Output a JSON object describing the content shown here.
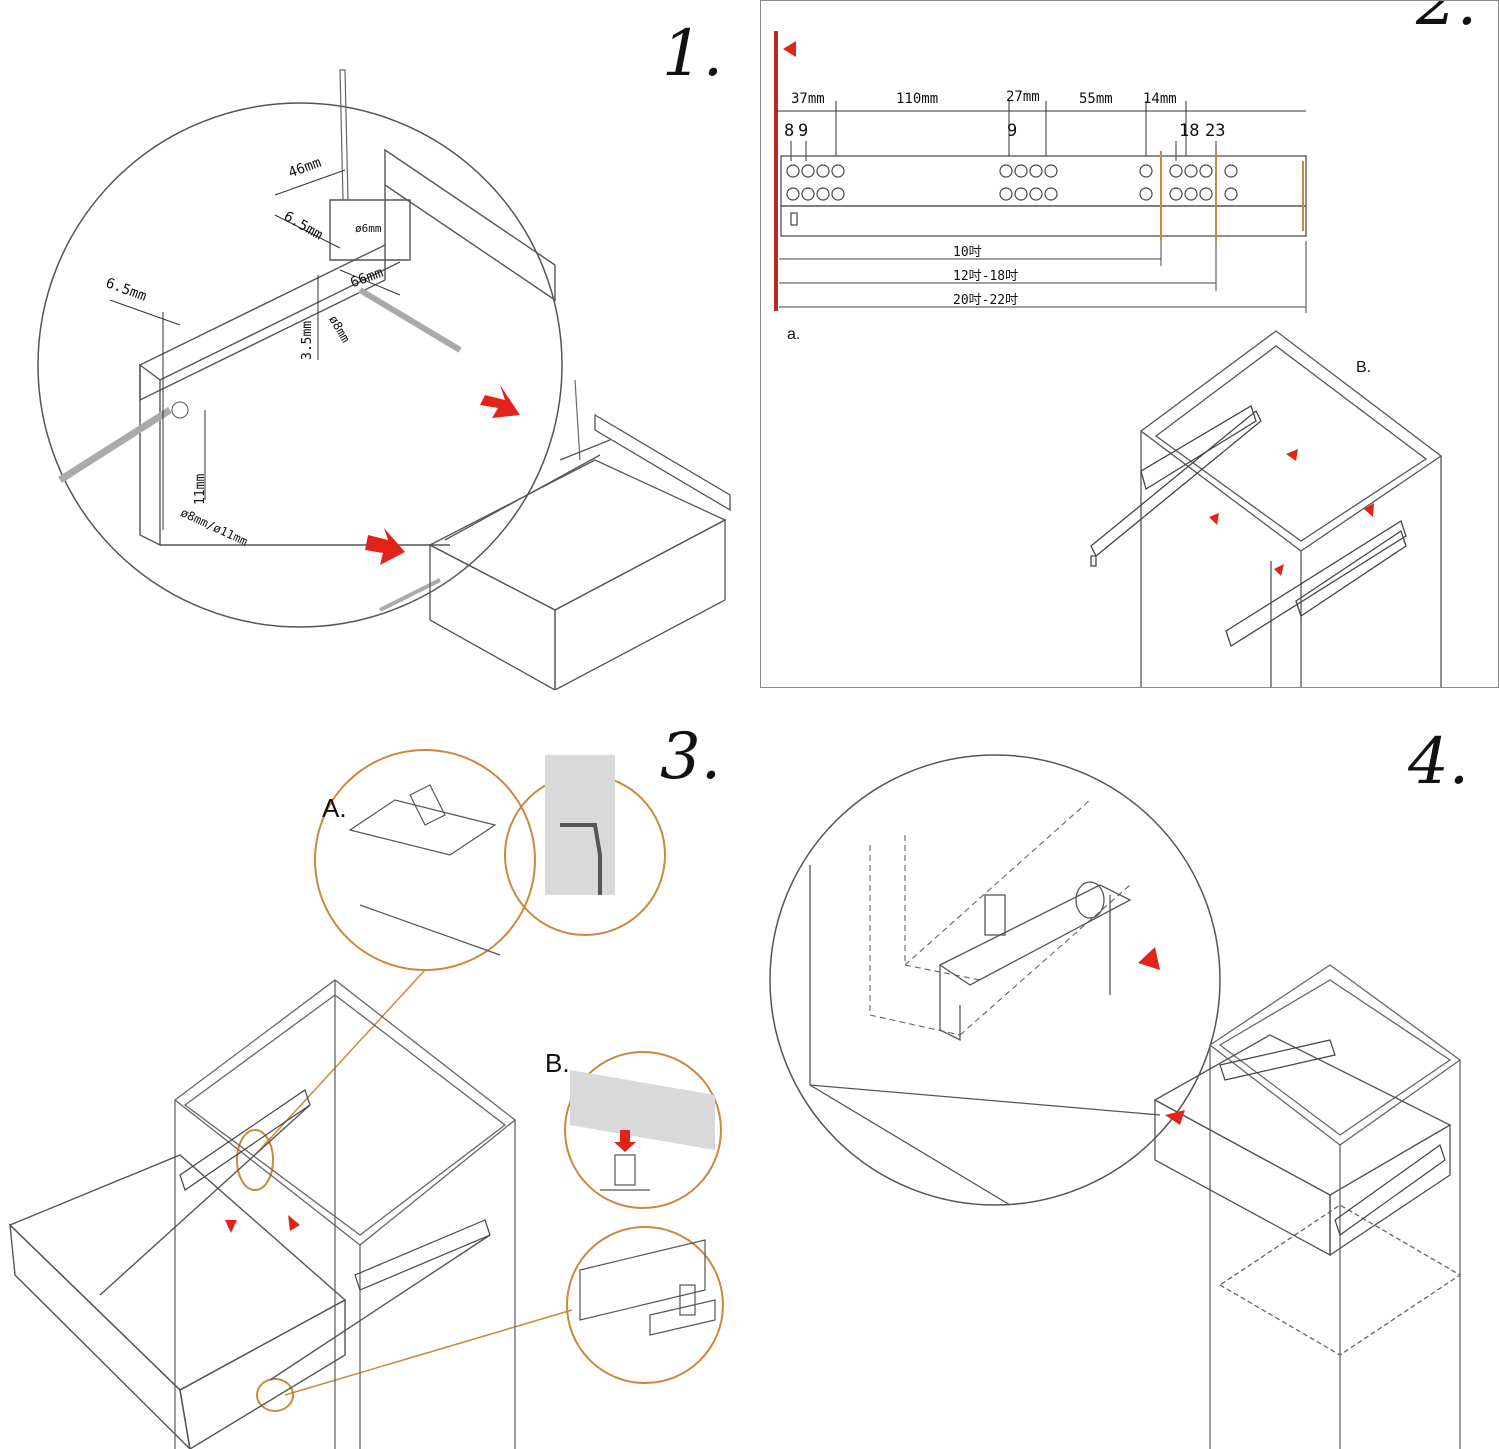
{
  "steps": [
    {
      "number": "1.",
      "dims": [
        "46mm",
        "ø6mm",
        "6.5mm",
        "66mm",
        "6.5mm",
        "3.5mm",
        "ø8mm",
        "11mm",
        "ø8mm/ø11mm"
      ]
    },
    {
      "number": "2.",
      "top_dims": [
        "37mm",
        "110mm",
        "27mm",
        "55mm",
        "14mm"
      ],
      "hole_dims": [
        "8",
        "9",
        "9",
        "18",
        "23"
      ],
      "length_bars": [
        "10吋",
        "12吋-18吋",
        "20吋-22吋"
      ],
      "label_a": "a.",
      "label_b": "B."
    },
    {
      "number": "3.",
      "label_a": "A.",
      "label_b": "B."
    },
    {
      "number": "4."
    }
  ],
  "colors": {
    "line": "#444444",
    "arrow": "#e2231a",
    "detail_orange": "#c98a3c",
    "red_rule": "#c0272d",
    "wall_grey": "#d9d9d9"
  }
}
